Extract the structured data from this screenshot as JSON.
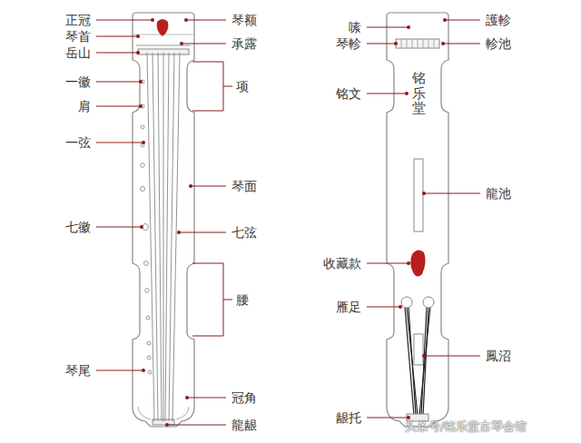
{
  "diagram": {
    "labels": [
      "正冠",
      "琴首",
      "岳山",
      "一徽",
      "肩",
      "一弦",
      "七徽",
      "琴尾",
      "琴额",
      "承露",
      "项",
      "琴面",
      "七弦",
      "腰",
      "冠角",
      "龍龈",
      "嗉",
      "琴軫",
      "铭文",
      "铭乐堂",
      "收藏款",
      "雁足",
      "龈托",
      "護軫",
      "軫池",
      "龍池",
      "鳳沼",
      "头条号/铭乐堂古琴会馆"
    ]
  }
}
